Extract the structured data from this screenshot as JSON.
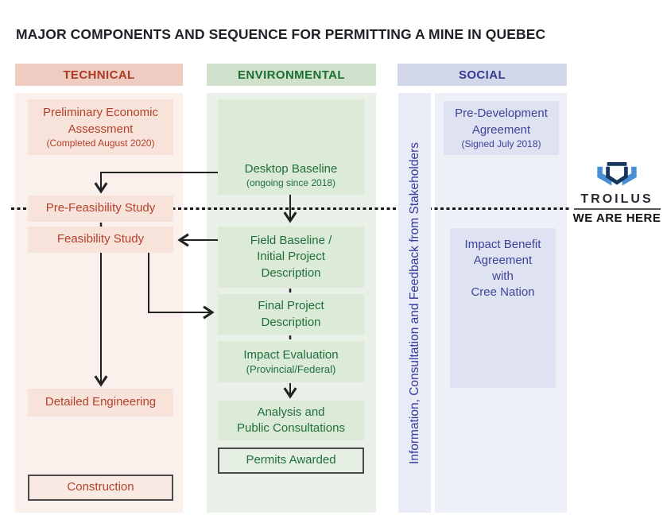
{
  "title": "MAJOR COMPONENTS AND SEQUENCE FOR PERMITTING A MINE IN QUEBEC",
  "columns": {
    "technical": {
      "header": "TECHNICAL",
      "accent_color": "#b5402a",
      "header_bg": "#eeccc2",
      "column_bg": "#faf0ec",
      "box_bg": "#f8e3db",
      "items": [
        {
          "label": "Preliminary Economic\nAssessment",
          "note": "(Completed August 2020)"
        },
        {
          "label": "Pre-Feasibility Study"
        },
        {
          "label": "Feasibility Study"
        },
        {
          "label": "Detailed Engineering"
        },
        {
          "label": "Construction",
          "outlined": true
        }
      ]
    },
    "environmental": {
      "header": "ENVIRONMENTAL",
      "accent_color": "#1f7038",
      "header_bg": "#cfe0cb",
      "column_bg": "#e9f0e7",
      "box_bg": "#dcead8",
      "items": [
        {
          "label": "Desktop Baseline",
          "note": "(ongoing since 2018)"
        },
        {
          "label": "Field Baseline /\nInitial Project\nDescription"
        },
        {
          "label": "Final Project\nDescription"
        },
        {
          "label": "Impact Evaluation",
          "note": "(Provincial/Federal)"
        },
        {
          "label": "Analysis and\nPublic Consultations"
        },
        {
          "label": "Permits Awarded",
          "outlined": true
        }
      ]
    },
    "social": {
      "header": "SOCIAL",
      "accent_color": "#3d4499",
      "header_bg": "#d2d7e9",
      "column_bg": "#eef0f8",
      "box_bg": "#dee2f1",
      "items": [
        {
          "label": "Pre-Development\nAgreement",
          "note": "(Signed July 2018)"
        },
        {
          "label": "Impact Benefit\nAgreement\nwith\nCree Nation"
        }
      ]
    }
  },
  "stakeholder_bar": {
    "label": "Information, Consultation and Feedback from Stakeholders",
    "bg": "#e9ecf6",
    "text_color": "#333a9b"
  },
  "marker": {
    "brand": "TROILUS",
    "caption": "WE ARE HERE",
    "icon": "troilus-shield-icon",
    "dotted_line_color": "#191919",
    "logo_navy": "#15375f",
    "logo_blue": "#4a8fd3"
  },
  "flow": {
    "arrow_color": "#222222",
    "connections": [
      "Desktop Baseline -> Pre-Feasibility Study",
      "Preliminary Economic Assessment .. Pre-Feasibility Study (dotted now-line level)",
      "Pre-Feasibility Study - Feasibility Study (dash)",
      "Field Baseline / Initial Project Description -> Feasibility Study",
      "Desktop Baseline -> Field Baseline / Initial Project Description",
      "Feasibility Study -> Detailed Engineering",
      "Feasibility Study -> Final Project Description",
      "Field Baseline - Final Project Description (dash)",
      "Final Project Description - Impact Evaluation (dash)",
      "Impact Evaluation -> Analysis and Public Consultations"
    ]
  }
}
